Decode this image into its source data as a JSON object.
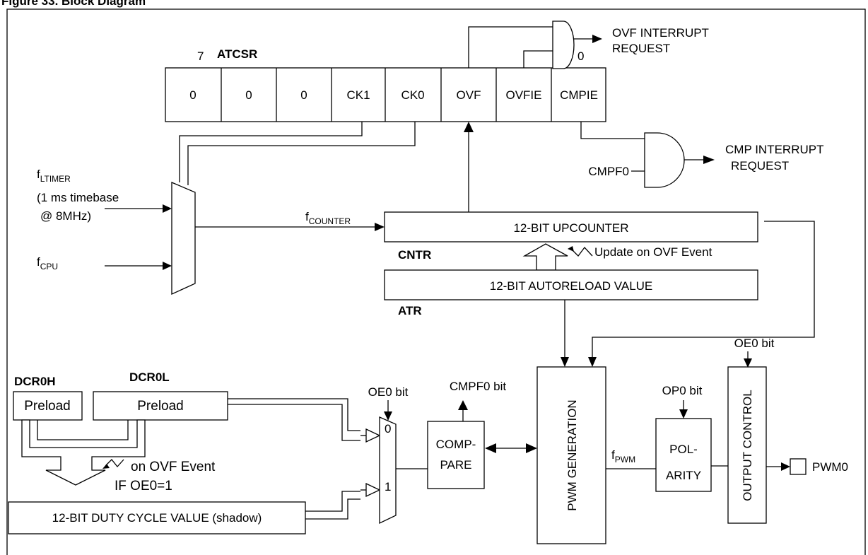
{
  "figure": {
    "title": "Figure 33. Block Diagram"
  },
  "register": {
    "msb_index": "7",
    "name": "ATCSR",
    "lsb_index": "0",
    "bits": [
      "0",
      "0",
      "0",
      "CK1",
      "CK0",
      "OVF",
      "OVFIE",
      "CMPIE"
    ]
  },
  "interrupts": {
    "ovf": {
      "line1": "OVF INTERRUPT",
      "line2": "REQUEST"
    },
    "cmp": {
      "line1": "CMP INTERRUPT",
      "line2": "REQUEST",
      "input": "CMPF0"
    }
  },
  "clocks": {
    "ltimer": {
      "f": "f",
      "sub": "LTIMER",
      "line2": "(1 ms timebase",
      "line3": "@ 8MHz)"
    },
    "cpu": {
      "f": "f",
      "sub": "CPU"
    },
    "counter": {
      "f": "f",
      "sub": "COUNTER"
    }
  },
  "counter": {
    "upcounter_label": "12-BIT UPCOUNTER",
    "cntr_name": "CNTR",
    "update_label": "Update on OVF Event",
    "autoreload_label": "12-BIT AUTORELOAD VALUE",
    "atr_name": "ATR"
  },
  "duty": {
    "dcr0h_name": "DCR0H",
    "dcr0l_name": "DCR0L",
    "preload_h": "Preload",
    "preload_l": "Preload",
    "transfer_line1": "on OVF Event",
    "transfer_line2": "IF OE0=1",
    "shadow_label": "12-BIT DUTY CYCLE VALUE (shadow)"
  },
  "mux2": {
    "oe0_label": "OE0 bit",
    "in0": "0",
    "in1": "1"
  },
  "compare": {
    "line1": "COMP-",
    "line2": "PARE",
    "flag_label": "CMPF0 bit"
  },
  "pwm_generation": {
    "label": "PWM GENERATION",
    "out_f": "f",
    "out_sub": "PWM"
  },
  "polarity": {
    "line1": "POL-",
    "line2": "ARITY",
    "bit_label": "OP0 bit"
  },
  "output_control": {
    "label": "OUTPUT CONTROL",
    "bit_label": "OE0 bit"
  },
  "pin": {
    "name": "PWM0"
  }
}
